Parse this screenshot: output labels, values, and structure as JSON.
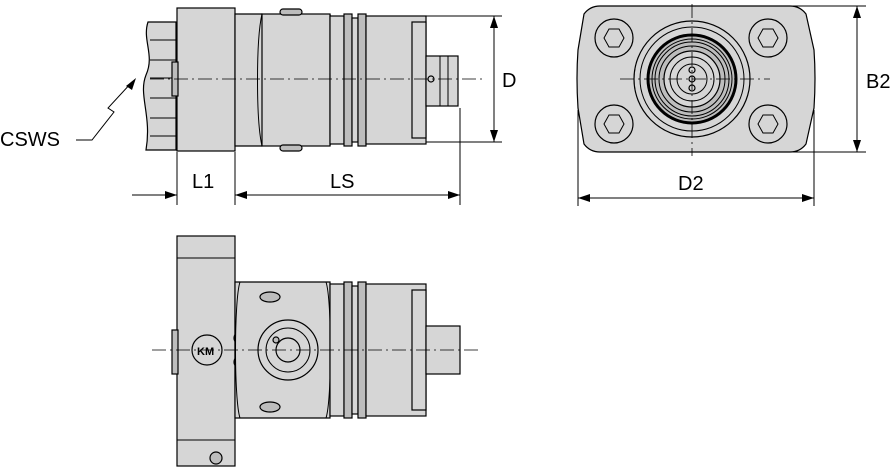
{
  "labels": {
    "csws": "CSWS",
    "l1": "L1",
    "ls": "LS",
    "d": "D",
    "d2": "D2",
    "b2": "B2"
  }
}
